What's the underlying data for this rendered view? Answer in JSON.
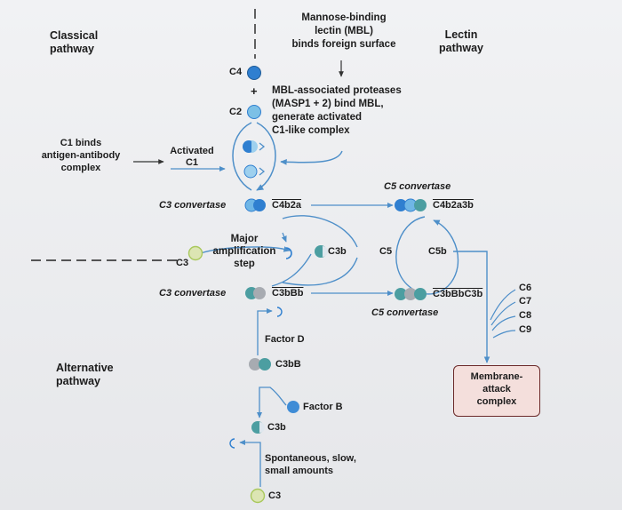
{
  "labels": {
    "classical": "Classical\npathway",
    "lectin": "Lectin\npathway",
    "alternative": "Alternative\npathway",
    "mbl": "Mannose-binding\nlectin (MBL)\nbinds foreign surface",
    "c4": "C4",
    "plus": "+",
    "c2": "C2",
    "masp": "MBL-associated proteases\n(MASP1 + 2) bind MBL,\ngenerate activated\nC1-like complex",
    "c1binds": "C1 binds\nantigen-antibody\ncomplex",
    "activated_c1": "Activated\nC1",
    "c5_convertase_top": "C5 convertase",
    "c3_convertase_classical": "C3 convertase",
    "c4b2a": "C4b2a",
    "c4b2a3b": "C4b2a3b",
    "major_amplification": "Major\namplification\nstep",
    "c3_left": "C3",
    "c3b_mid": "C3b",
    "c5": "C5",
    "c5b": "C5b",
    "c3_convertase_alt": "C3 convertase",
    "c3bbb": "C3bBb",
    "c3bbbc3b": "C3bBbC3b",
    "c5_convertase_bottom": "C5 convertase",
    "c6": "C6",
    "c7": "C7",
    "c8": "C8",
    "c9": "C9",
    "factor_d": "Factor D",
    "c3bb": "C3bB",
    "factor_b": "Factor B",
    "c3b_low": "C3b",
    "spontaneous": "Spontaneous, slow,\nsmall amounts",
    "c3_bottom": "C3",
    "mac": "Membrane-\nattack\ncomplex"
  },
  "colors": {
    "blue": "#2f7fd0",
    "blue_light": "#6fb6e6",
    "teal": "#4c9ea1",
    "green": "#a9c85c",
    "gray": "#a7abb1",
    "line": "#4e8fc9",
    "mac_border": "#6b2a2a"
  }
}
